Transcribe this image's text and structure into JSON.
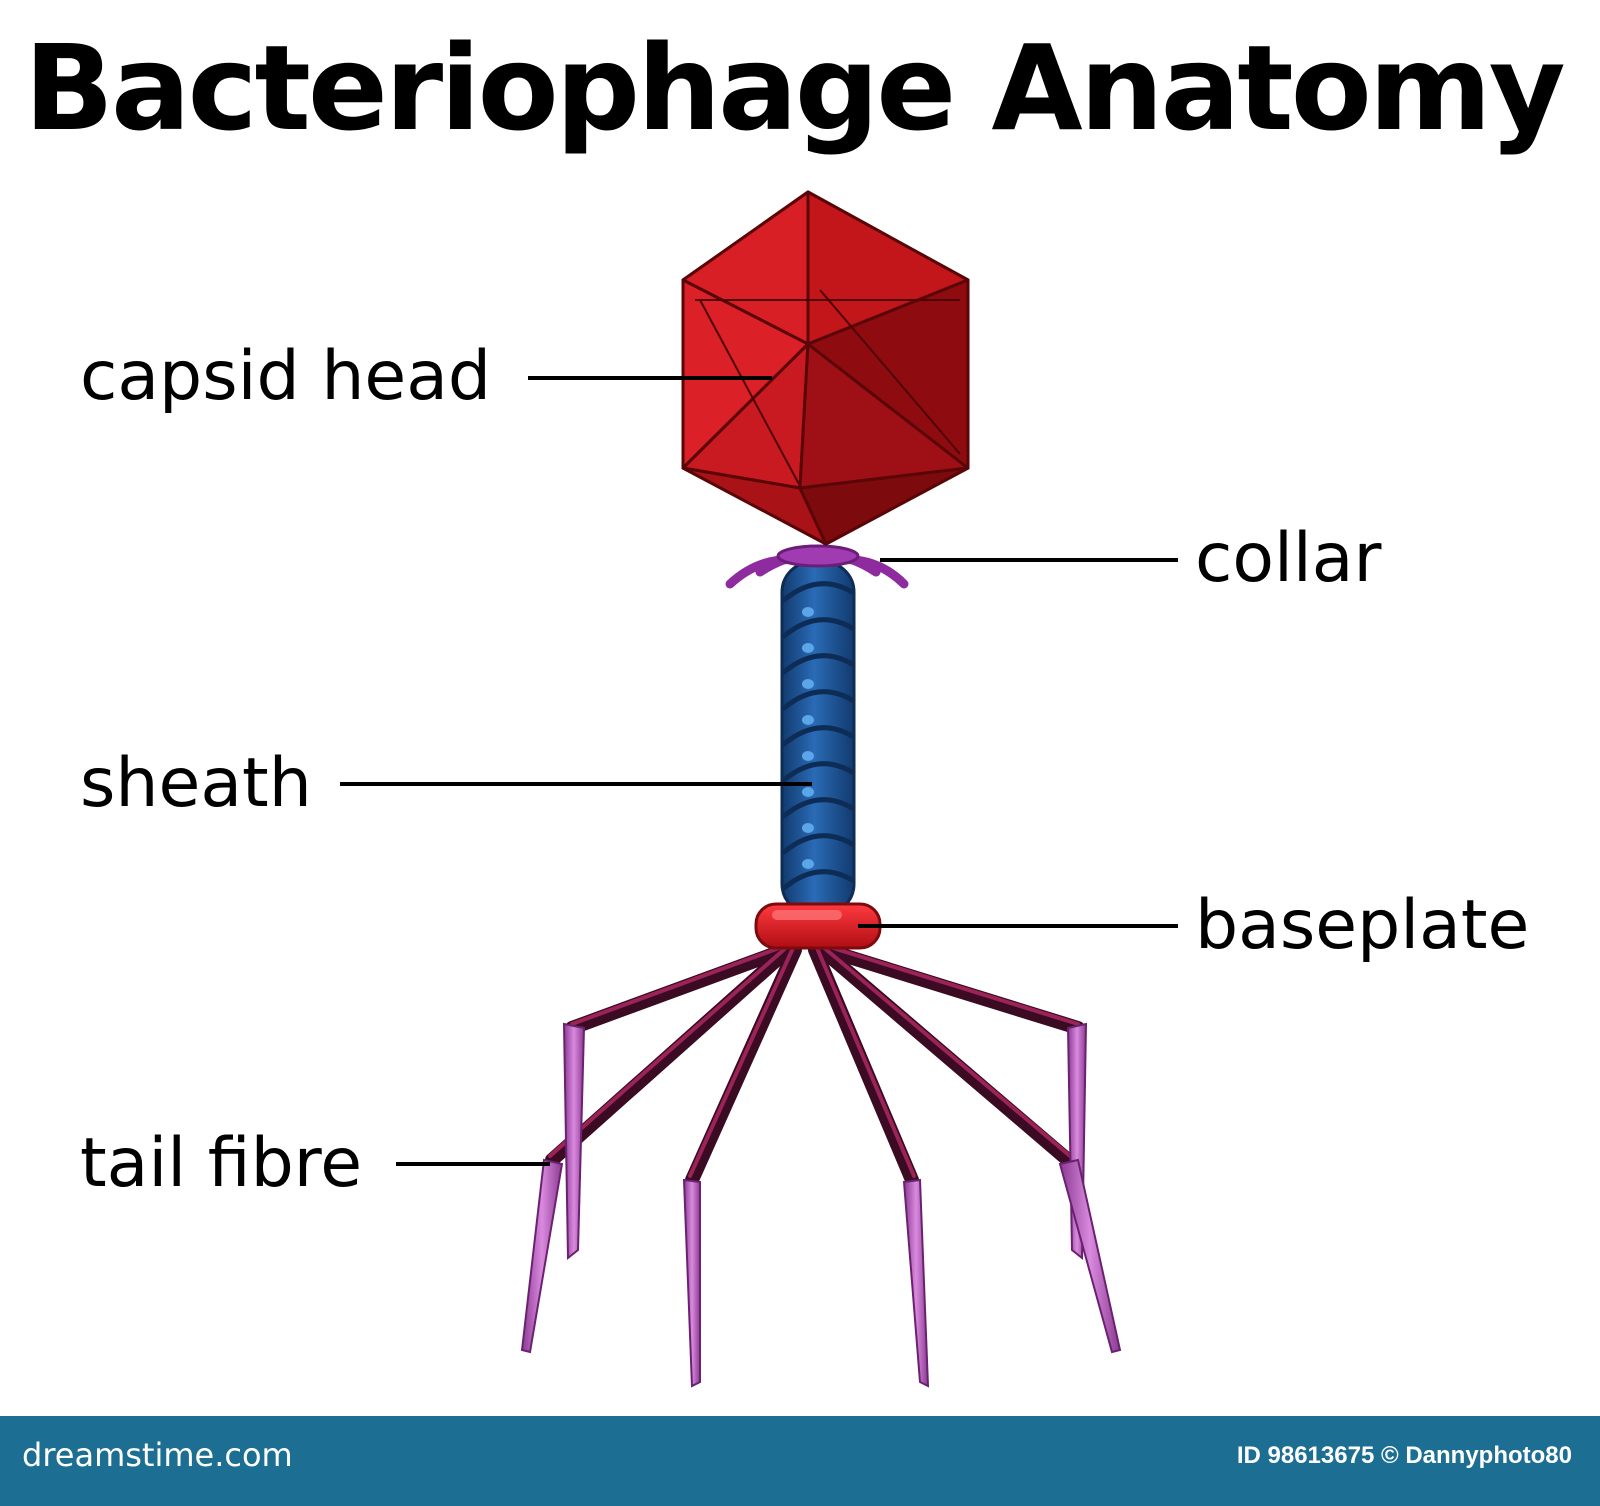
{
  "title": "Bacteriophage Anatomy",
  "labels": {
    "capsid_head": "capsid head",
    "collar": "collar",
    "sheath": "sheath",
    "baseplate": "baseplate",
    "tail_fibre": "tail fibre"
  },
  "footer": {
    "site": "dreamstime.com",
    "id_credit": "ID 98613675 © Dannyphoto80"
  },
  "colors": {
    "capsid": "#c0151a",
    "capsid_dark": "#7d0a0d",
    "collar": "#8e2b9e",
    "sheath": "#1f5aa0",
    "baseplate": "#e0141c",
    "tail_fibre": "#5a1233",
    "tail_fibre_tip": "#c46ac9",
    "footer_band": "#1c6e93"
  }
}
